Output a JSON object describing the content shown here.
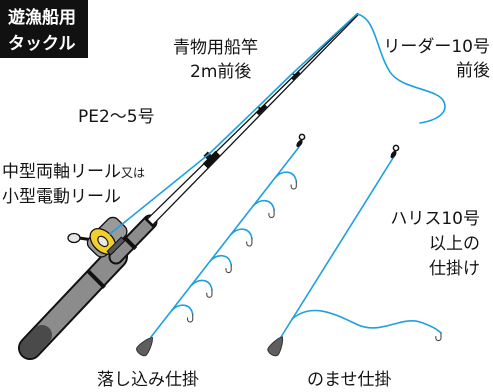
{
  "badge": {
    "line1": "遊漁船用",
    "line2": "タックル"
  },
  "rod_label": {
    "line1": "青物用船竿",
    "line2": "2m前後"
  },
  "leader_label": {
    "line1": "リーダー10号",
    "line2": "前後"
  },
  "mainline_label": "PE2～5号",
  "reel_label": {
    "line1": "中型両軸リール",
    "line1_suffix": "又は",
    "line2": "小型電動リール"
  },
  "harisu_label": {
    "line1": "ハリス10号",
    "line2": "以上の",
    "line3": "仕掛け"
  },
  "rigs": [
    {
      "label": "落し込み仕掛"
    },
    {
      "label": "のませ仕掛"
    }
  ],
  "icons": {
    "swivel": "swivel-icon",
    "sinker": "sinker-icon",
    "hook": "hook-icon",
    "reel": "reel-icon"
  },
  "colors": {
    "fishing_line": "#1ea0df",
    "reel_side_plate": "#f2cf2a",
    "rod_handle": "#8c8c8c",
    "badge_background": "#111111",
    "sinker": "#5e5e5e"
  }
}
